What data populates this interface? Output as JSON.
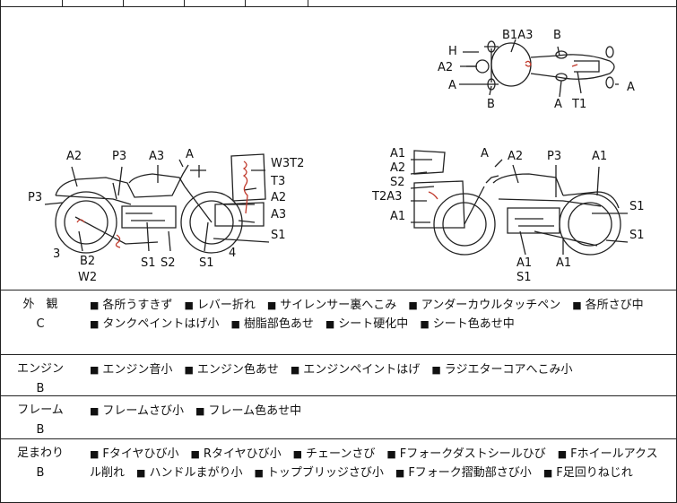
{
  "diagram": {
    "top_view_labels": [
      "H",
      "A2",
      "A",
      "B1A3",
      "B",
      "B",
      "A",
      "T1",
      "A"
    ],
    "left_side_labels": [
      "A2",
      "P3",
      "A3",
      "A",
      "W3T2",
      "T3",
      "A2",
      "A3",
      "S1",
      "P3",
      "3",
      "B2",
      "W2",
      "S1",
      "S2",
      "S1",
      "4"
    ],
    "right_side_labels": [
      "A1",
      "A2",
      "S2",
      "T2A3",
      "A1",
      "A",
      "A2",
      "P3",
      "A1",
      "S1",
      "S1",
      "A1",
      "S1",
      "A1"
    ]
  },
  "sections": [
    {
      "title": "外　観",
      "grade": "C",
      "items": [
        "各所うすきず",
        "レバー折れ",
        "サイレンサー裏へこみ",
        "アンダーカウルタッチペン",
        "各所さび中",
        "タンクペイントはげ小",
        "樹脂部色あせ",
        "シート硬化中",
        "シート色あせ中"
      ]
    },
    {
      "title": "エンジン",
      "grade": "B",
      "items": [
        "エンジン音小",
        "エンジン色あせ",
        "エンジンペイントはげ",
        "ラジエターコアへこみ小"
      ]
    },
    {
      "title": "フレーム",
      "grade": "B",
      "items": [
        "フレームさび小",
        "フレーム色あせ中"
      ]
    },
    {
      "title": "足まわり",
      "grade": "B",
      "items": [
        "Fタイヤひび小",
        "Rタイヤひび小",
        "チェーンさび",
        "Fフォークダストシールひび",
        "Fホイールアクスル削れ",
        "ハンドルまがり小",
        "トップブリッジさび小",
        "Fフォーク摺動部さび小",
        "F足回りねじれ"
      ]
    }
  ]
}
